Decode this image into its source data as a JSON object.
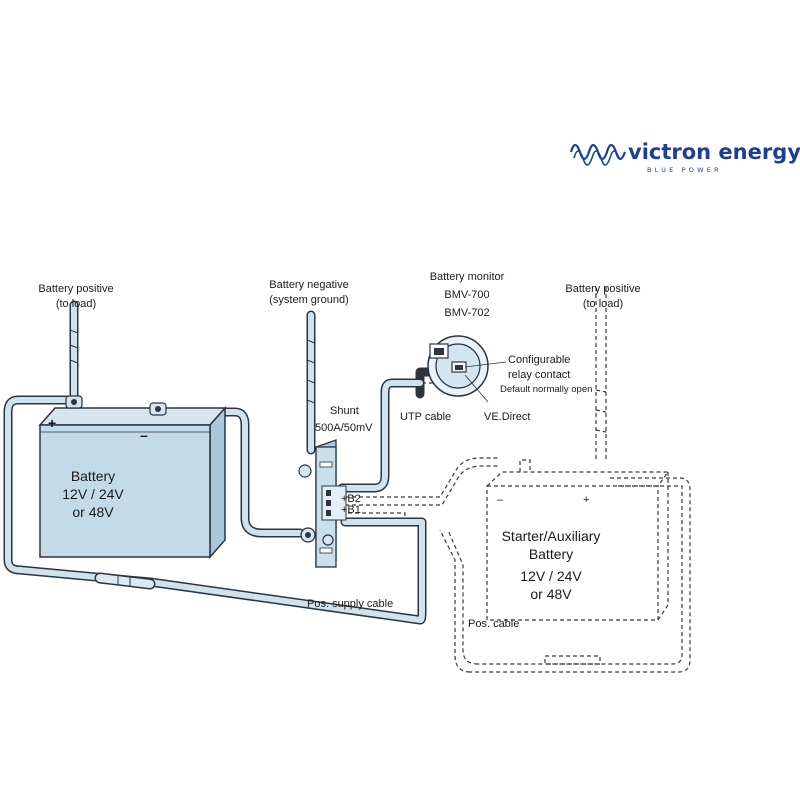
{
  "brand": {
    "name": "victron energy",
    "tagline": "BLUE POWER",
    "color": "#1c3f95"
  },
  "colors": {
    "cable_fill": "#cfe3ee",
    "cable_stroke": "#2b3440",
    "battery_fill": "#c3dbe9",
    "aux_dashed": "#3a3a3a"
  },
  "labels": {
    "battery_positive_left": [
      "Battery positive",
      "(to load)"
    ],
    "battery_negative": [
      "Battery negative",
      "(system ground)"
    ],
    "battery_monitor": [
      "Battery monitor",
      "BMV-700",
      "BMV-702"
    ],
    "battery_positive_right": [
      "Battery positive",
      "(to load)"
    ],
    "relay": [
      "Configurable",
      "relay contact"
    ],
    "relay_note": "Default normally open",
    "ve_direct": "VE.Direct",
    "utp_cable": "UTP cable",
    "shunt": [
      "Shunt",
      "500A/50mV"
    ],
    "b2": "+B2",
    "b1": "+B1",
    "pos_supply_cable": "Pos. supply cable",
    "pos_cable": "Pos. cable"
  },
  "main_battery": {
    "lines": [
      "Battery",
      "12V  / 24V",
      "or 48V"
    ],
    "plus": "+",
    "minus": "–"
  },
  "aux_battery": {
    "lines": [
      "Starter/Auxiliary",
      "Battery",
      "12V  / 24V",
      "or 48V"
    ],
    "plus": "+",
    "minus": "–"
  }
}
